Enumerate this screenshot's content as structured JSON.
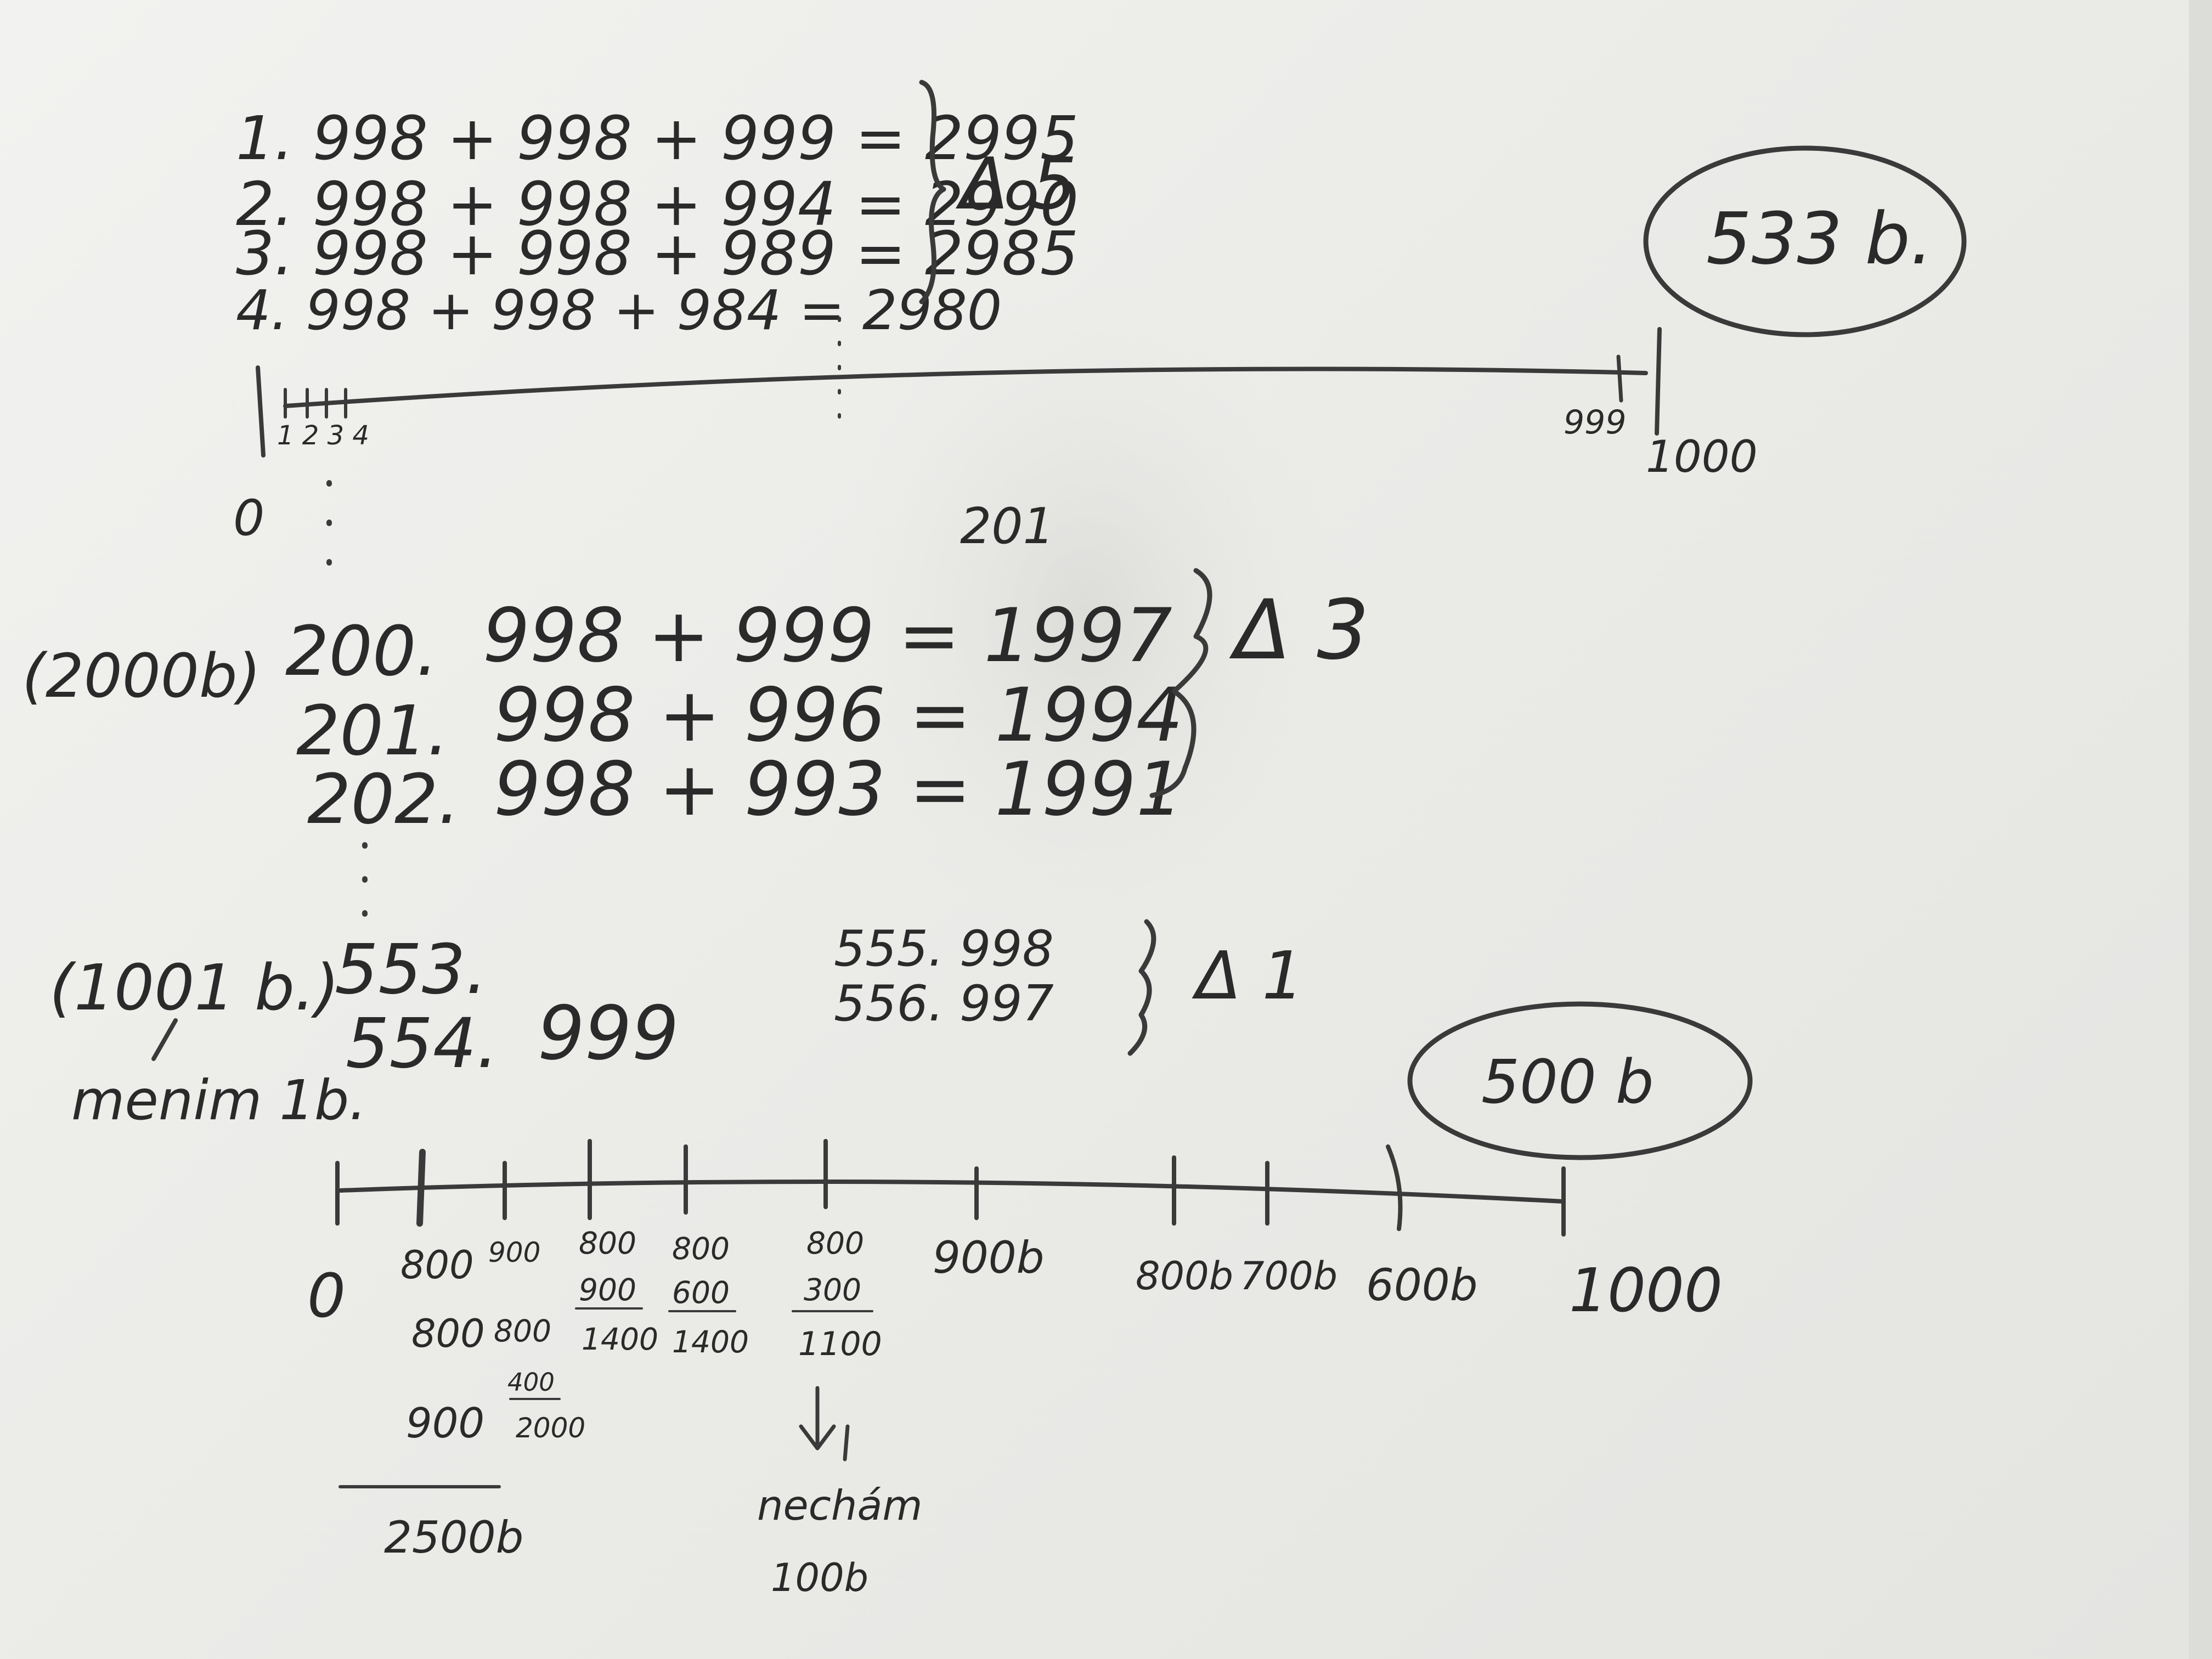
{
  "top_block": {
    "lines": [
      "1. 998 + 998 + 999 = 2995",
      "2. 998 + 998 + 994 = 2990",
      "3. 998 + 998 + 989 = 2985",
      "4. 998 + 998 + 984 = 2980"
    ],
    "delta": "Δ 5",
    "circled": "533 b."
  },
  "line1": {
    "tick_labels": [
      "1 2 3 4",
      "999",
      "1000"
    ],
    "zero": "0"
  },
  "middle_block": {
    "label_201": "201",
    "side_label": "(2000b)",
    "rows": [
      {
        "index": "200.",
        "expr": "998 + 999 = 1997"
      },
      {
        "index": "201.",
        "expr": "998 + 996 = 1994"
      },
      {
        "index": "202.",
        "expr": "998 + 993 = 1991"
      }
    ],
    "delta": "Δ 3"
  },
  "lower_block": {
    "side_label": "(1001 b.)",
    "side_label2": "menim 1b.",
    "rows": [
      {
        "index": "553.",
        "expr": ""
      },
      {
        "index": "554.",
        "expr": "999"
      }
    ],
    "right_rows": [
      "555. 998",
      "556. 997"
    ],
    "delta": "Δ 1"
  },
  "line2": {
    "circled": "500 b",
    "zero": "0",
    "end": "1000",
    "labels_right": [
      "900b",
      "800b",
      "700b",
      "600b"
    ],
    "stack_a": [
      "800",
      "800",
      "900"
    ],
    "stack_a_total": "2500b",
    "stack_b": [
      "900",
      "800",
      "400",
      "2000"
    ],
    "stack_c": [
      "800",
      "900",
      "1400"
    ],
    "stack_d": [
      "800",
      "600",
      "1400"
    ],
    "stack_e": [
      "800",
      "300",
      "1100"
    ],
    "arrow_note": [
      "nechám",
      "100b"
    ]
  }
}
